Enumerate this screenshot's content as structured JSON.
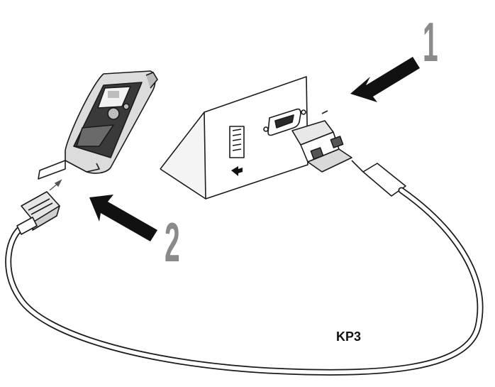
{
  "steps": [
    {
      "number": "1"
    },
    {
      "number": "2"
    }
  ],
  "cable_label": "KP3",
  "colors": {
    "line": "#1a1a1a",
    "arrow": "#111111",
    "step_number": "#8a8a8a",
    "device_body": "#d9d9d9",
    "device_dark": "#3a3a3a"
  }
}
